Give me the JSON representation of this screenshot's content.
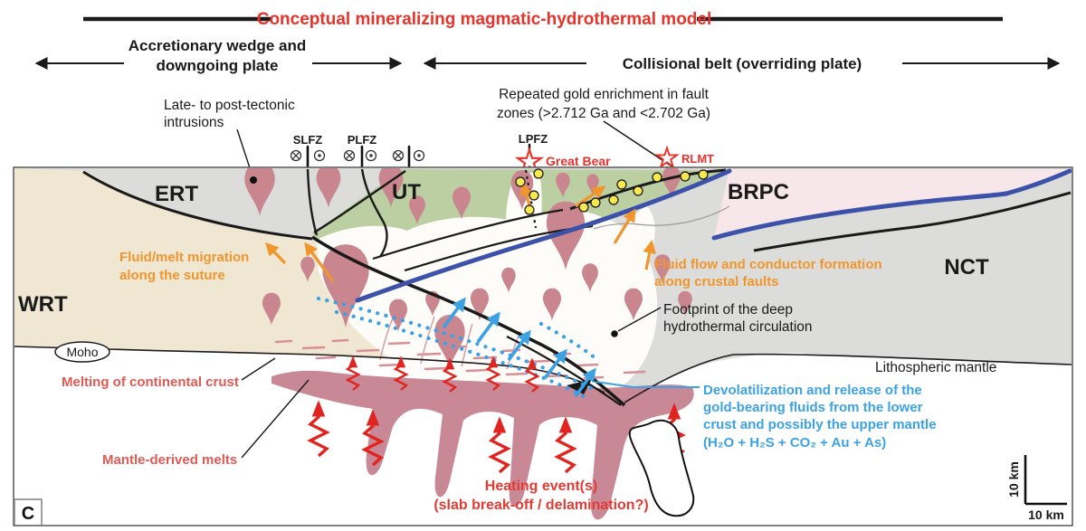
{
  "title": {
    "text": "Conceptual mineralizing magmatic-hydrothermal model",
    "color": "#e8332b"
  },
  "headers": {
    "accretionary_line1": "Accretionary wedge and",
    "accretionary_line2": "downgoing plate",
    "collisional": "Collisional belt (overriding plate)"
  },
  "terranes": {
    "wrt": "WRT",
    "ert": "ERT",
    "ut": "UT",
    "brpc": "BRPC",
    "nct": "NCT"
  },
  "faults": {
    "slfz": "SLFZ",
    "plfz": "PLFZ",
    "lpfz": "LPFZ"
  },
  "deposits": {
    "great_bear": "Great Bear",
    "rlmt": "RLMT"
  },
  "annotations": {
    "late_intrusions": {
      "line1": "Late- to post-tectonic",
      "line2": "intrusions"
    },
    "gold_enrichment": {
      "line1": "Repeated gold enrichment in fault",
      "line2": "zones (>2.712 Ga and <2.702 Ga)"
    },
    "fluid_melt": {
      "line1": "Fluid/melt migration",
      "line2": "along the suture"
    },
    "fluid_flow": {
      "line1": "Fluid flow and conductor formation",
      "line2": "along crustal faults"
    },
    "footprint": {
      "line1": "Footprint of the deep",
      "line2": "hydrothermal circulation"
    },
    "lithospheric_mantle": "Lithospheric mantle",
    "devolatilization": {
      "line1": "Devolatilization and release of the",
      "line2": "gold-bearing fluids from the lower",
      "line3": "crust and possibly the upper mantle",
      "line4": "(H₂O + H₂S + CO₂ + Au + As)"
    },
    "melting_crust": "Melting of continental crust",
    "mantle_melts": "Mantle-derived melts",
    "heating": {
      "line1": "Heating event(s)",
      "line2": "(slab break-off / delamination?)"
    },
    "moho": "Moho"
  },
  "scale": {
    "vertical": "10 km",
    "horizontal": "10 km"
  },
  "panel_label": "C",
  "icons": {
    "circle_cross": "motion-into-page",
    "circle_dot": "motion-out-of-page",
    "star": "gold-deposit",
    "gold_dot": "gold-enrichment"
  },
  "colors": {
    "title_red": "#e8332b",
    "rose_label": "#e05a54",
    "orange": "#f0962d",
    "fluid_blue": "#3da2e2",
    "conductor_blue": "#3c52a8",
    "heat_red": "#e02520",
    "wrt_beige": "#f0e7d3",
    "crust_gray": "#dcdcda",
    "ut_green": "#bccfa3",
    "brpc_pink": "#f8e7ea",
    "intrusion_pink": "#c9868f",
    "underplate_pink": "#c98895",
    "gold_yellow": "#f7e84d"
  }
}
